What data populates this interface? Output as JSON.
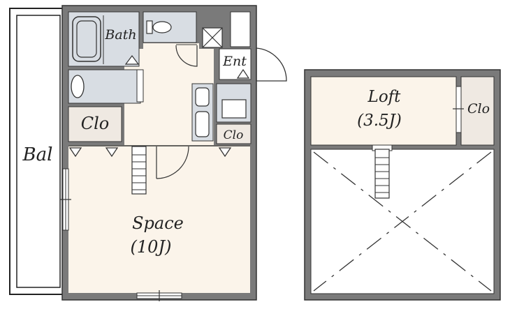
{
  "colors": {
    "wall": "#7a7a7a",
    "wall_edge": "#333333",
    "room_floor": "#fbf4ea",
    "wet_area": "#d8dde3",
    "closet": "#efe9e2",
    "balcony": "#ffffff",
    "line": "#222222"
  },
  "rooms": {
    "balcony": "Bal",
    "bath": "Bath",
    "entrance": "Ent",
    "closet_left": "Clo",
    "closet_small": "Clo",
    "space_name": "Space",
    "space_size": "(10J)",
    "loft_name": "Loft",
    "loft_size": "(3.5J)",
    "loft_closet": "Clo"
  }
}
